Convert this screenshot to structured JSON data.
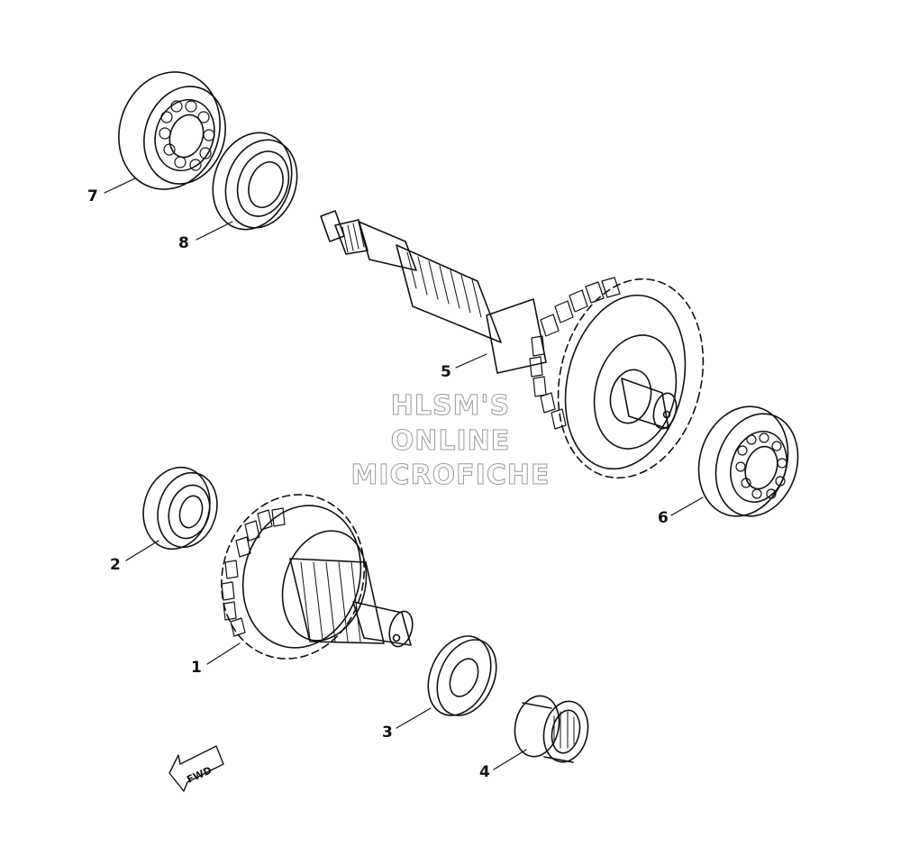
{
  "diagram": {
    "callouts": [
      {
        "id": "1",
        "label": "1"
      },
      {
        "id": "2",
        "label": "2"
      },
      {
        "id": "3",
        "label": "3"
      },
      {
        "id": "4",
        "label": "4"
      },
      {
        "id": "5",
        "label": "5"
      },
      {
        "id": "6",
        "label": "6"
      },
      {
        "id": "7",
        "label": "7"
      },
      {
        "id": "8",
        "label": "8"
      }
    ],
    "direction_arrow": "FWD",
    "watermark": [
      "HLSM'S",
      "ONLINE",
      "MICROFICHE"
    ]
  },
  "colors": {
    "line": "#111111",
    "watermark_outline": "#9a9a9a",
    "background": "#ffffff"
  }
}
